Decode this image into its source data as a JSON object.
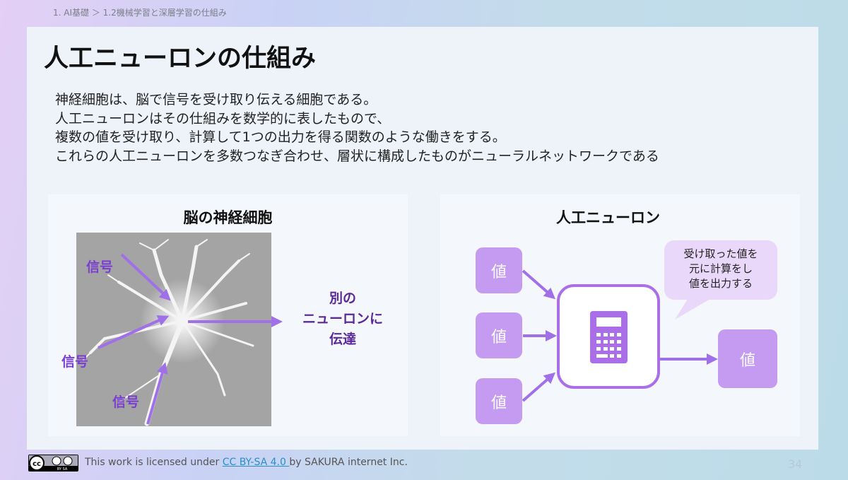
{
  "breadcrumb": "1. AI基礎 ＞ 1.2機械学習と深層学習の仕組み",
  "title": "人工ニューロンの仕組み",
  "body_lines": [
    "神経細胞は、脳で信号を受け取り伝える細胞である。",
    "人工ニューロンはその仕組みを数学的に表したもので、",
    "複数の値を受け取り、計算して1つの出力を得る関数のような働きをする。",
    "これらの人工ニューロンを多数つなぎ合わせ、層状に構成したものがニューラルネットワークである"
  ],
  "left_card": {
    "title": "脳の神経細胞",
    "signal": "信号",
    "transfer_lines": [
      "別の",
      "ニューロンに",
      "伝達"
    ]
  },
  "right_card": {
    "title": "人工ニューロン",
    "value": "値",
    "bubble_lines": [
      "受け取った値を",
      "元に計算をし",
      "値を出力する"
    ]
  },
  "footer": {
    "license_prefix": "This work is licensed under ",
    "license_link": "CC BY-SA 4.0 ",
    "license_suffix": "by SAKURA internet Inc.",
    "page": "34",
    "cc_badge": "cc BY SA"
  },
  "colors": {
    "accent": "#a96ee8",
    "value_box": "#c49bf0"
  }
}
